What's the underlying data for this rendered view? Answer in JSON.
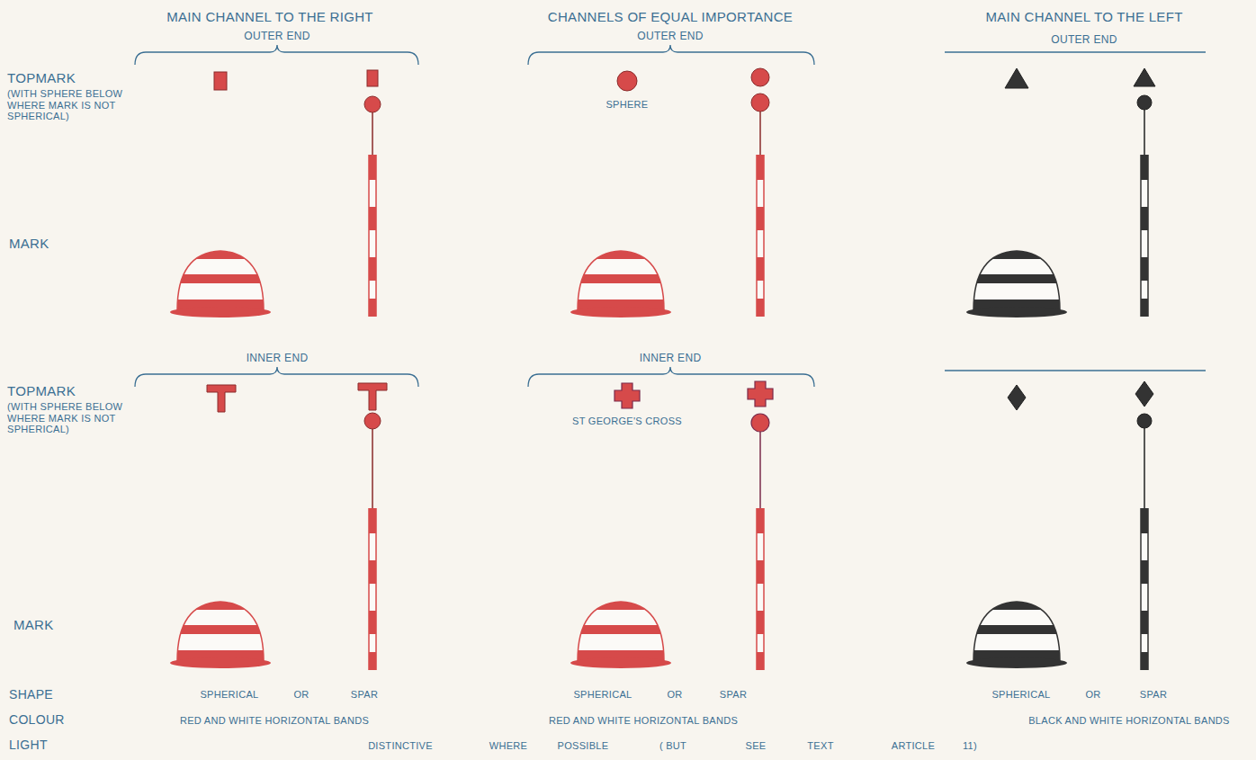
{
  "diagram": {
    "labels": [
      "MAIN CHANNEL TO THE RIGHT",
      "CHANNELS OF EQUAL IMPORTANCE",
      "MAIN CHANNEL TO THE LEFT",
      "OUTER END",
      "OUTER END",
      "OUTER END",
      "TOPMARK",
      "(WITH SPHERE BELOW WHERE MARK IS NOT SPHERICAL)",
      "SPHERE",
      "MARK",
      "INNER END",
      "INNER END",
      "TOPMARK",
      "(WITH SPHERE BELOW WHERE MARK IS NOT SPHERICAL)",
      "ST GEORGE'S CROSS",
      "MARK",
      "SHAPE",
      "SPHERICAL",
      "OR",
      "SPAR",
      "SPHERICAL",
      "OR",
      "SPAR",
      "SPHERICAL",
      "OR",
      "SPAR",
      "COLOUR",
      "RED AND WHITE HORIZONTAL BANDS",
      "RED AND WHITE HORIZONTAL BANDS",
      "BLACK AND WHITE HORIZONTAL BANDS",
      "LIGHT",
      "DISTINCTIVE",
      "WHERE",
      "POSSIBLE",
      "( BUT",
      "SEE",
      "TEXT",
      "ARTICLE",
      "11)"
    ]
  }
}
